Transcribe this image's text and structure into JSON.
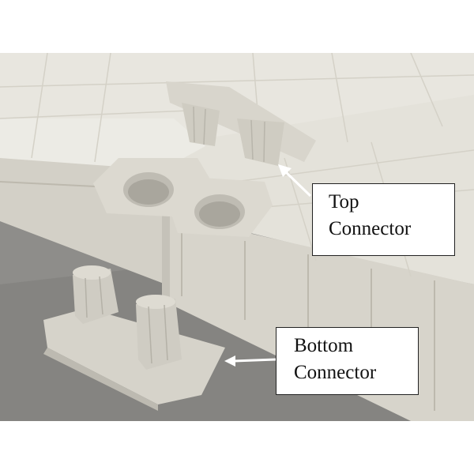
{
  "labels": {
    "top": {
      "line1": "Top",
      "line2": "Connector"
    },
    "bottom": {
      "line1": "Bottom",
      "line2": "Connector"
    }
  },
  "colors": {
    "background": "#ffffff",
    "dock_plastic": "#e6e3dc",
    "floor": "#8f8e8b",
    "arrow": "#ffffff"
  }
}
